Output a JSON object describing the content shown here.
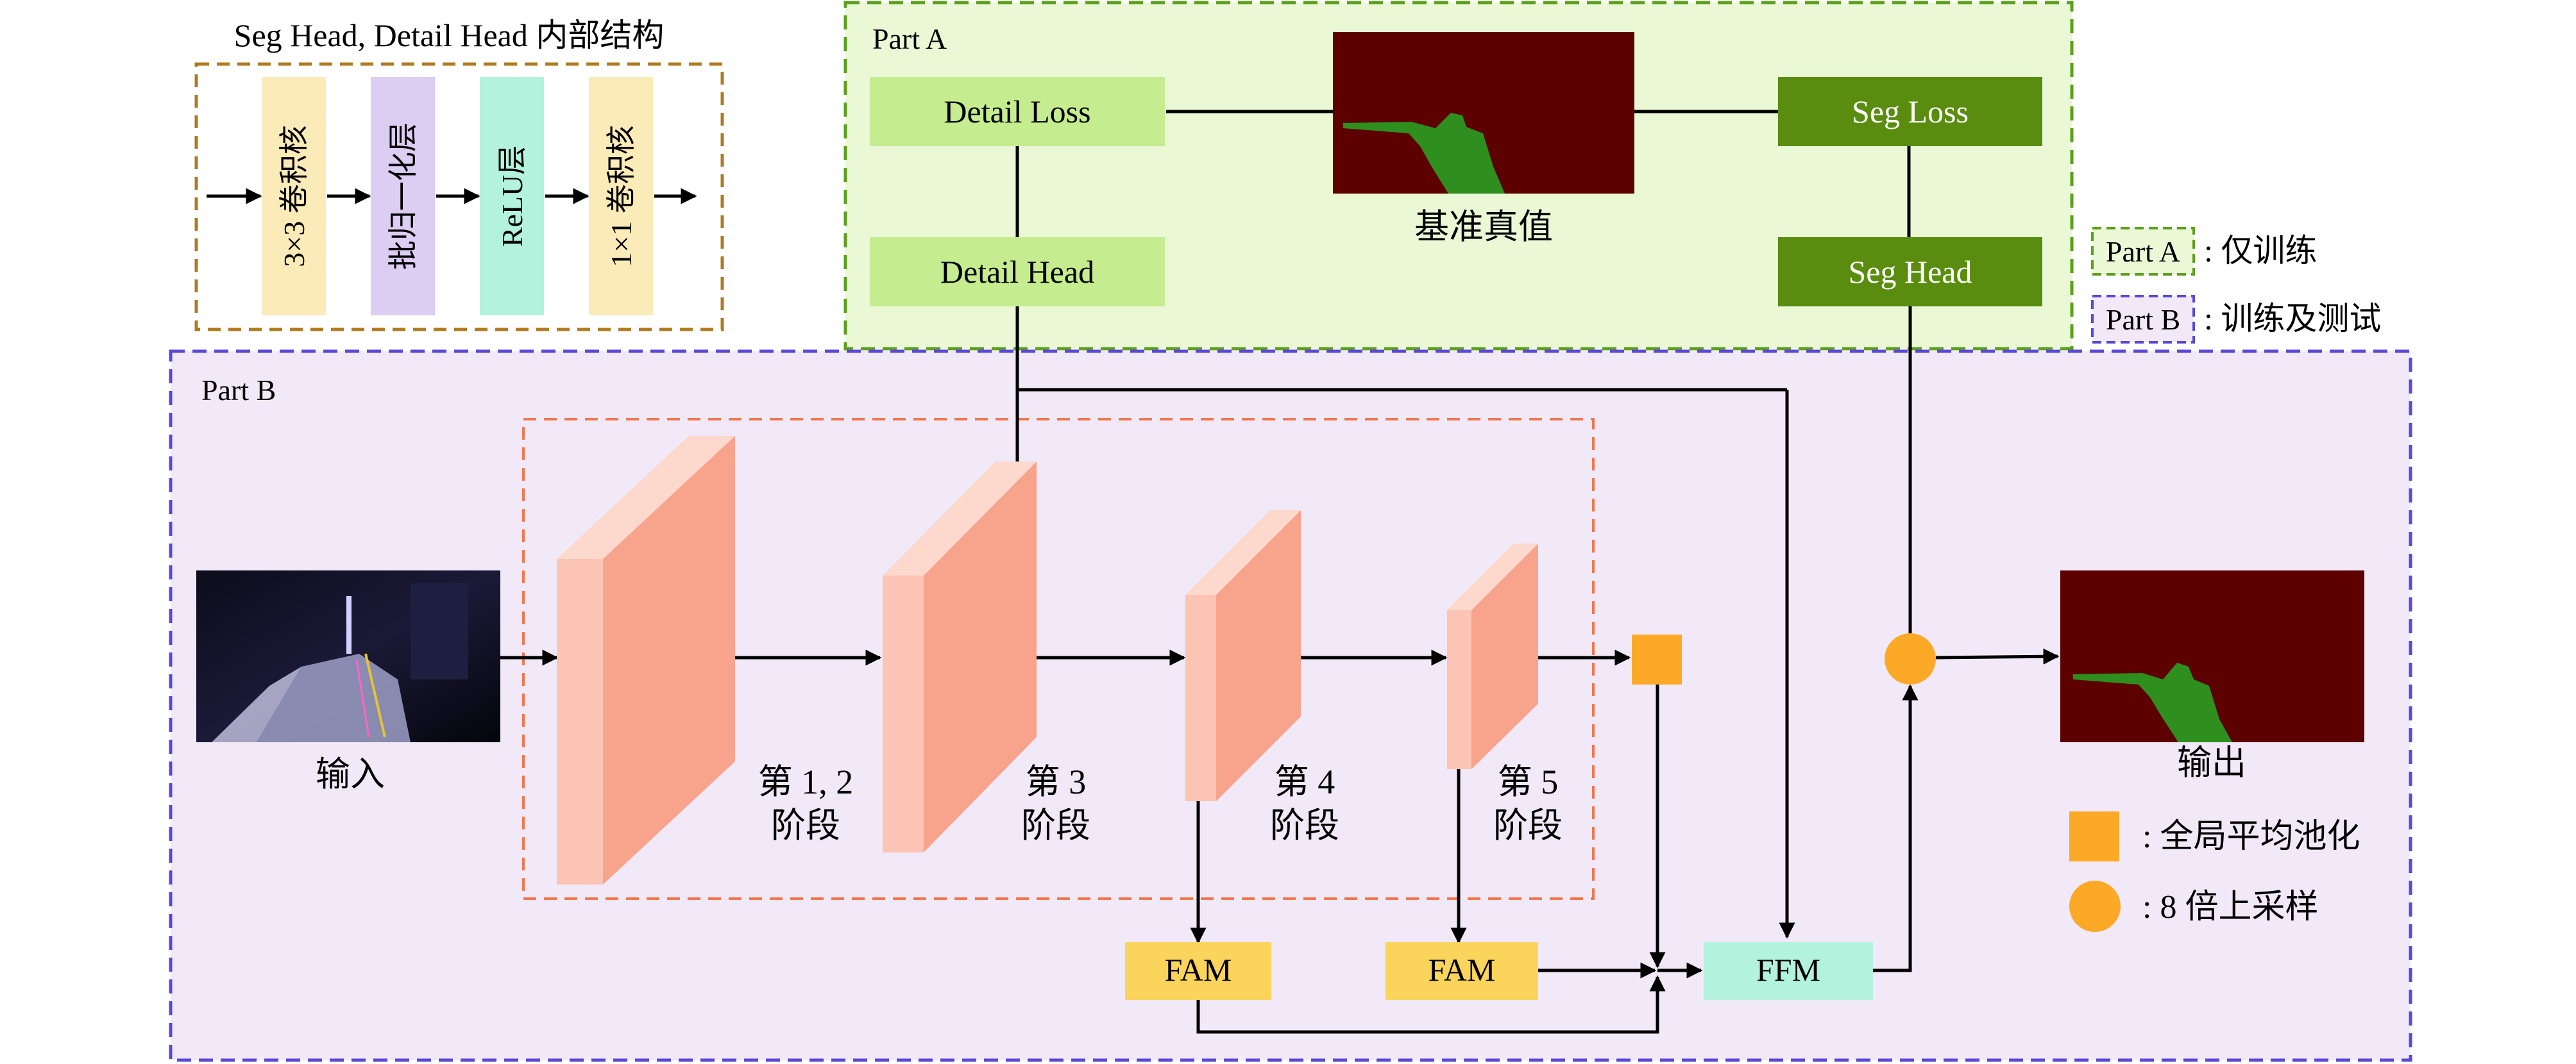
{
  "legend_box": {
    "title": "Seg Head, Detail Head 内部结构",
    "layers": [
      "3×3 卷积核",
      "批归一化层",
      "ReLU层",
      "1×1 卷积核"
    ]
  },
  "part_a": {
    "title": "Part A",
    "detail_loss": "Detail Loss",
    "detail_head": "Detail Head",
    "seg_loss": "Seg Loss",
    "seg_head": "Seg Head",
    "ground_truth": "基准真值"
  },
  "part_b": {
    "title": "Part B",
    "input": "输入",
    "output": "输出",
    "stages": [
      {
        "line1": "第 1, 2",
        "line2": "阶段"
      },
      {
        "line1": "第 3",
        "line2": "阶段"
      },
      {
        "line1": "第 4",
        "line2": "阶段"
      },
      {
        "line1": "第 5",
        "line2": "阶段"
      }
    ],
    "fam1": "FAM",
    "fam2": "FAM",
    "ffm": "FFM"
  },
  "legend": {
    "part_a_tag": "Part A",
    "part_a_desc": ": 仅训练",
    "part_b_tag": "Part B",
    "part_b_desc": ": 训练及测试",
    "gap_desc": ": 全局平均池化",
    "up_desc": ": 8 倍上采样"
  },
  "colors": {
    "part_a_border": "#5e9f1f",
    "part_a_fill": "#eaf8d6",
    "part_b_border": "#5b48d6",
    "part_b_fill": "#f1e9f7",
    "backbone_border": "#f0774f",
    "legend_border": "#b07a1e",
    "light_green": "#c5ec8f",
    "dark_green": "#5a8d0f",
    "stage_front": "#f8a38c",
    "stage_side": "#fbc4b5",
    "fam": "#fbd45c",
    "ffm": "#b3f3de",
    "gap_square": "#fba927",
    "up_circle": "#fba927",
    "mask_bg": "#5c0000",
    "mask_fg": "#2e8f1e"
  }
}
